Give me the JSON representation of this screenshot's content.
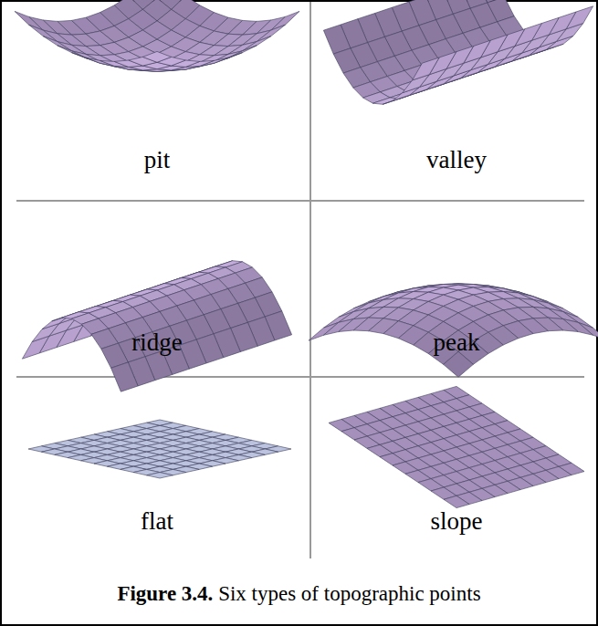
{
  "diagram": {
    "caption": "Six types of topographic points",
    "labels": [
      "pit",
      "valley",
      "ridge",
      "peak",
      "flat",
      "slope",
      "Figure 3.4."
    ]
  }
}
